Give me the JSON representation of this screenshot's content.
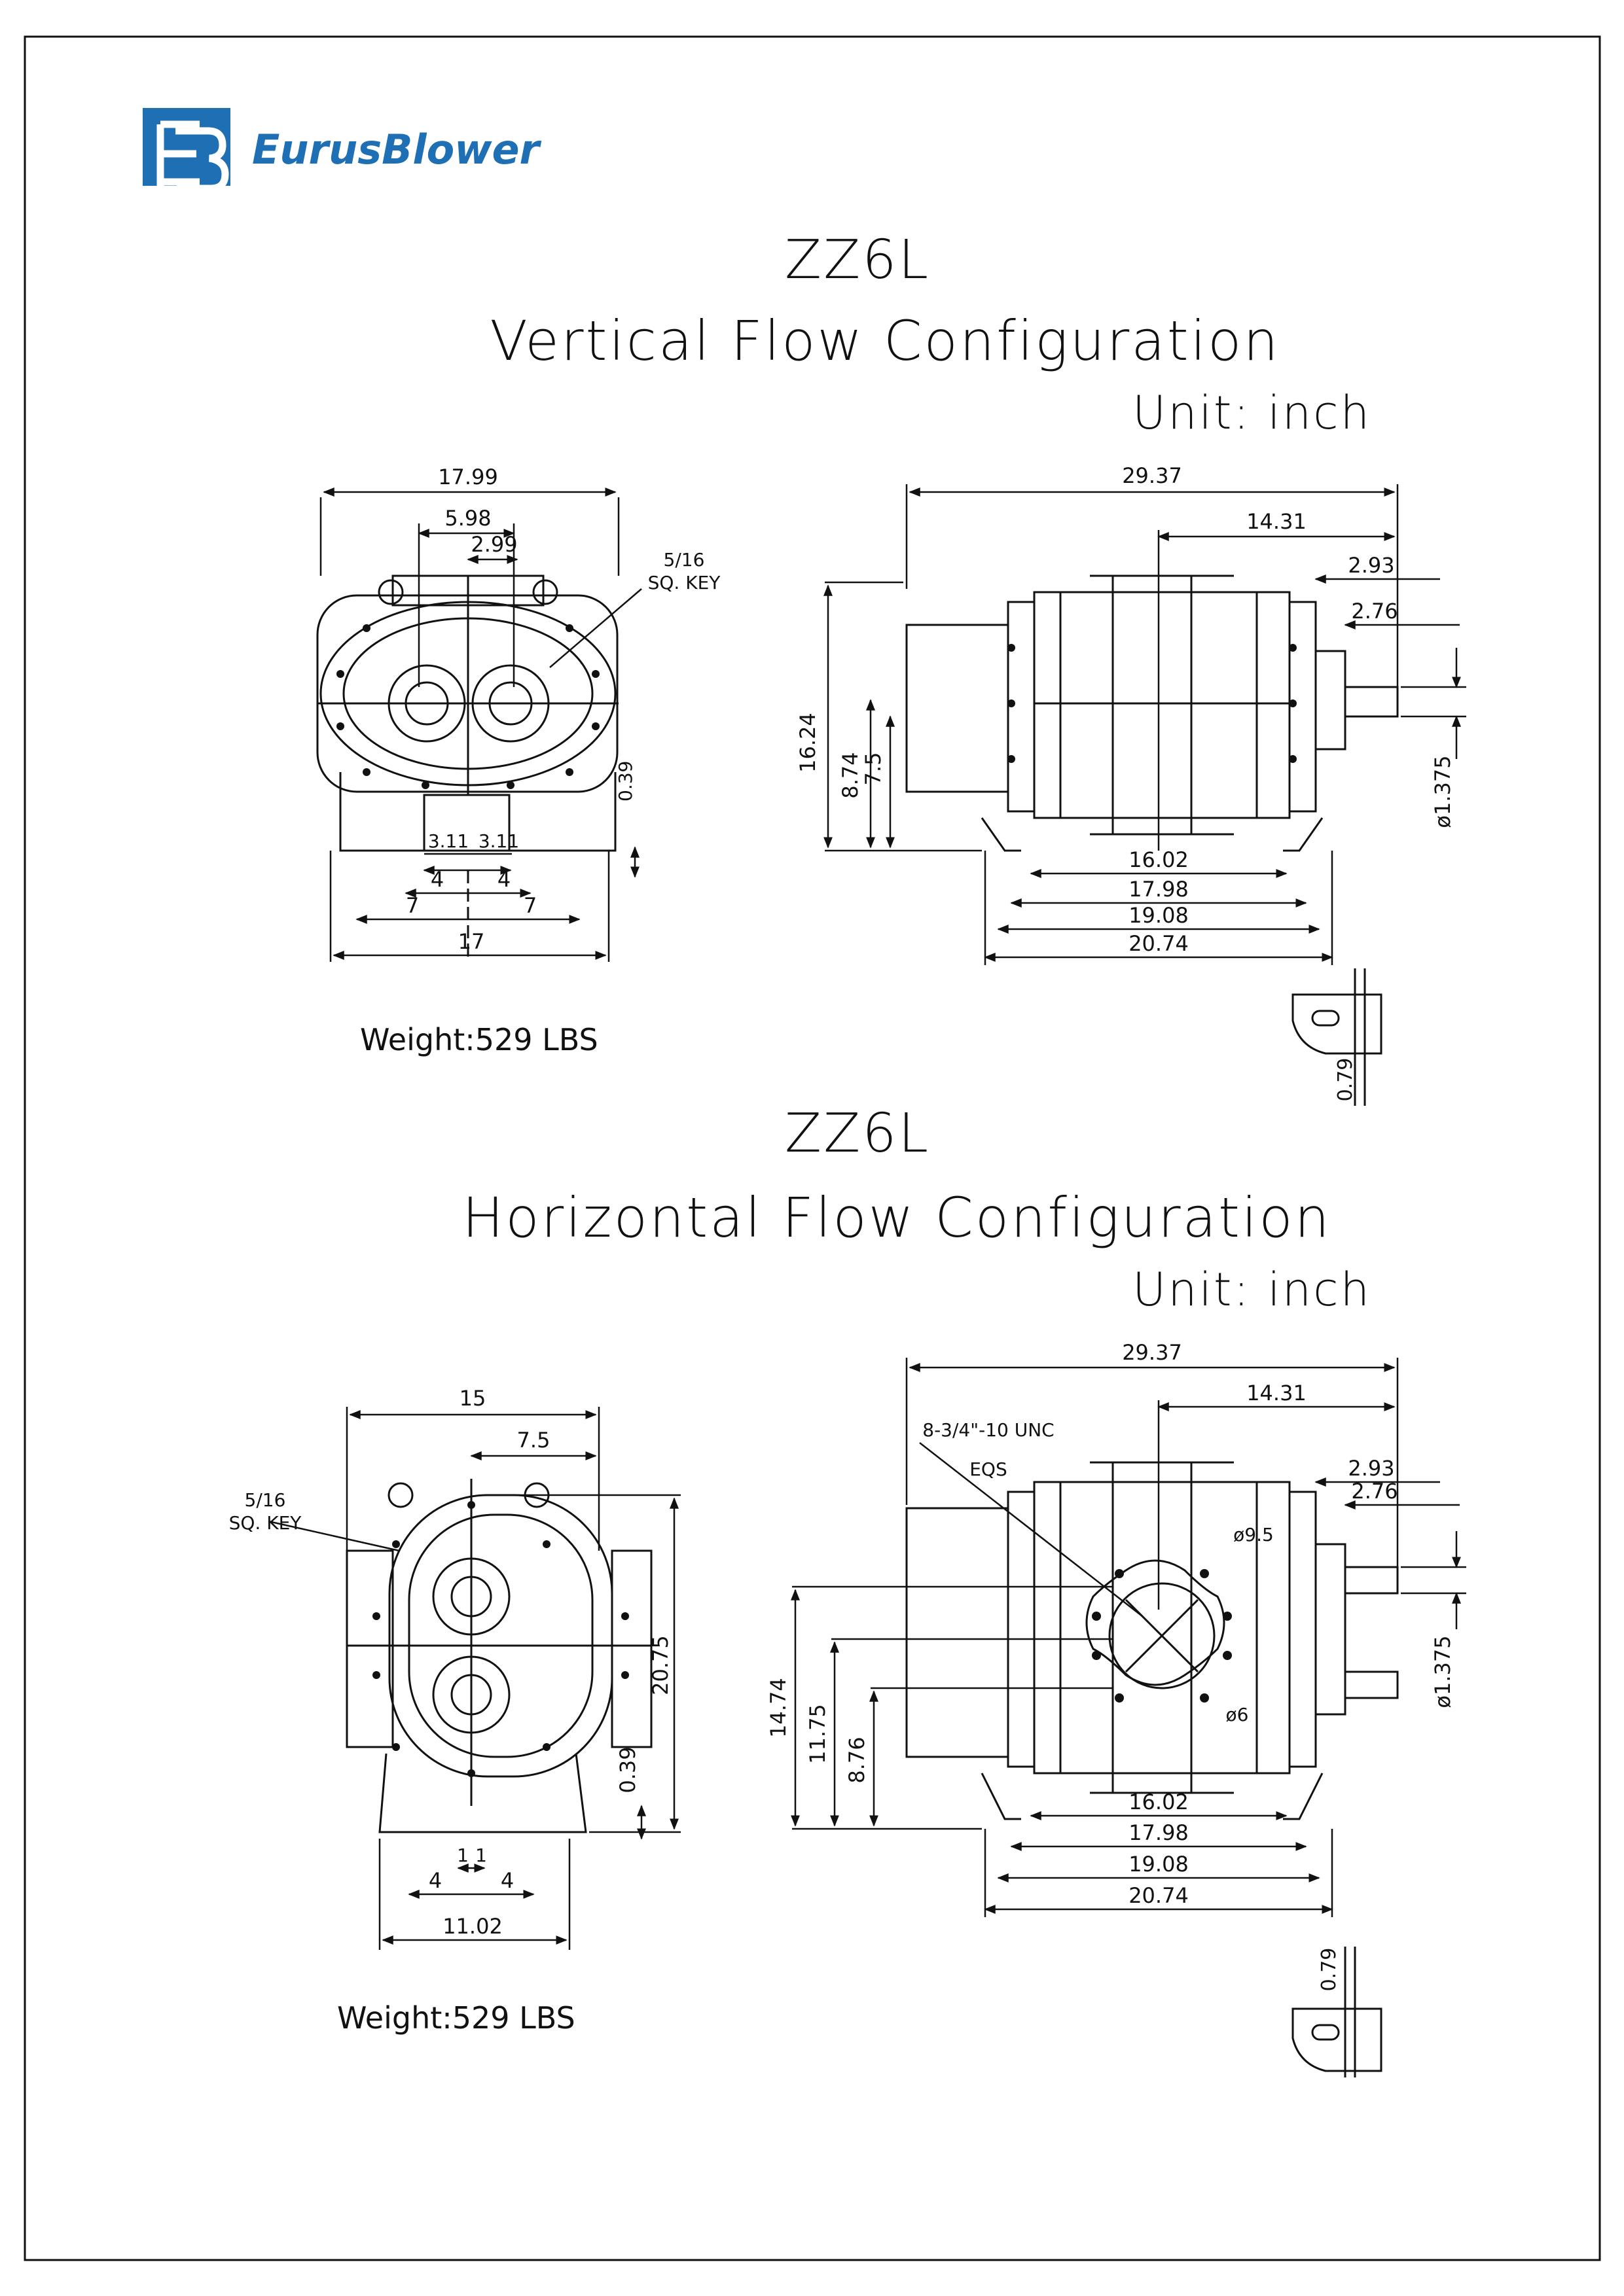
{
  "brand": {
    "logo_text": "EB",
    "name": "EurusBlower",
    "color": "#1f6fb5"
  },
  "top": {
    "model": "ZZ6L",
    "config": "Vertical Flow Configuration",
    "unit": "Unit: inch",
    "weight": "Weight:529 LBS",
    "front": {
      "w_total": "17.99",
      "w_mid": "5.98",
      "w_half": "2.99",
      "key_1": "5/16",
      "key_2": "SQ. KEY",
      "h_small": "0.39",
      "b1a": "3.11",
      "b1b": "3.11",
      "b2a": "4",
      "b2b": "4",
      "b3a": "7",
      "b3b": "7",
      "b4": "17"
    },
    "side": {
      "w_total": "29.37",
      "w_half": "14.31",
      "w_shaft": "2.93",
      "w_shaft2": "2.76",
      "h_total": "16.24",
      "h_2": "8.74",
      "h_3": "7.5",
      "dia": "ø1.375",
      "b1": "16.02",
      "b2": "17.98",
      "b3": "19.08",
      "b4": "20.74",
      "key": "0.79"
    }
  },
  "bottom": {
    "model": "ZZ6L",
    "config": "Horizontal Flow Configuration",
    "unit": "Unit: inch",
    "weight": "Weight:529 LBS",
    "front": {
      "w_total": "15",
      "w_half": "7.5",
      "key_1": "5/16",
      "key_2": "SQ. KEY",
      "h_total": "20.75",
      "h_small": "0.39",
      "b1a": "1",
      "b1b": "1",
      "b2a": "4",
      "b2b": "4",
      "b3": "11.02"
    },
    "side": {
      "w_total": "29.37",
      "w_half": "14.31",
      "w_shaft": "2.93",
      "w_shaft2": "2.76",
      "bolt_1": "8-3/4\"-10 UNC",
      "bolt_2": "EQS",
      "d1": "ø9.5",
      "d2": "ø6",
      "h_1": "14.74",
      "h_2": "11.75",
      "h_3": "8.76",
      "dia": "ø1.375",
      "b1": "16.02",
      "b2": "17.98",
      "b3": "19.08",
      "b4": "20.74",
      "key": "0.79"
    }
  }
}
